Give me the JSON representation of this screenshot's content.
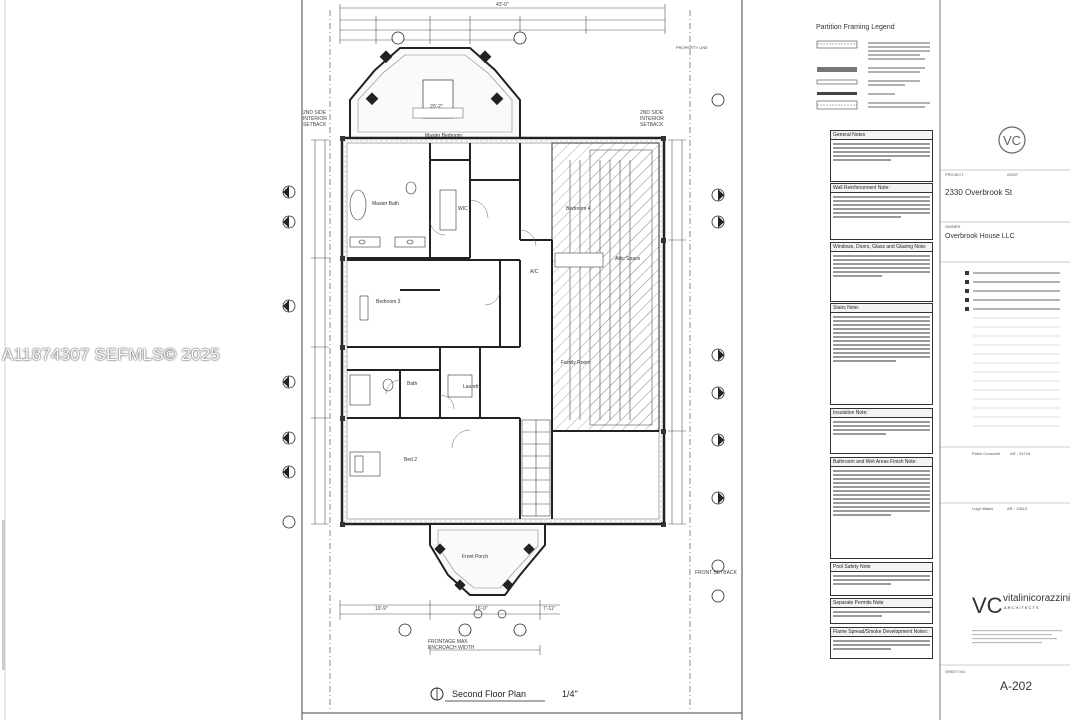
{
  "watermark": "A11874307  SEFMLS© 2025",
  "legend": {
    "title": "Partition Framing Legend"
  },
  "notes": [
    {
      "title": "General Notes"
    },
    {
      "title": "Wall Reinforcement Note:"
    },
    {
      "title": "Windows, Doors, Glass and Glazing Note:"
    },
    {
      "title": "Stairs Note:"
    },
    {
      "title": "Insulation Note:"
    },
    {
      "title": "Bathroom and Wet Areas Finish Note:"
    },
    {
      "title": "Pool Safety Note"
    },
    {
      "title": "Separate Permits Note"
    },
    {
      "title": "Flame Spread/Smoke Development Notes:"
    }
  ],
  "title_block": {
    "project_label": "PROJECT",
    "project_no": "22007",
    "address": "2330 Overbrook St",
    "owner_label": "OWNER",
    "owner": "Overbrook House LLC",
    "engineer1": "Pablo Corazzini",
    "license1": "AR - 91716",
    "engineer2": "Luigi Vitalini",
    "license2": "AR - 13613",
    "firm_primary": "vitalini",
    "firm_secondary": "corazzini",
    "firm_sub": "ARCHITECTS",
    "sheet_label": "SHEET NO",
    "sheet_no": "A-202"
  },
  "plan": {
    "title": "Second Floor Plan",
    "scale": "1/4\"",
    "rooms": {
      "master_bedroom": "Master Bedroom",
      "master_bath": "Master Bath",
      "wic": "WIC",
      "bedroom4": "Bedroom 4",
      "ac": "A/C",
      "attic": "Attic Space",
      "bedroom3": "Bedroom 3",
      "bath": "Bath",
      "laundry": "Laundry",
      "family_room": "Family Room",
      "bed2": "Bed 2",
      "front_porch": "Front Porch"
    },
    "dims": {
      "top_overall": "43'-0\"",
      "bay_width": "20'-2\"",
      "left_setback": "2ND SIDE INTERIOR SETBACK",
      "right_setback": "2ND SIDE INTERIOR SETBACK",
      "bottom_a": "10'-9\"",
      "bottom_b": "16'-0\"",
      "bottom_c": "7'-11\"",
      "frontage": "FRONTAGE MAX ENCROACH WIDTH",
      "front_setback": "FRONT SETBACK",
      "property_line": "PROPERTY LINE"
    }
  }
}
